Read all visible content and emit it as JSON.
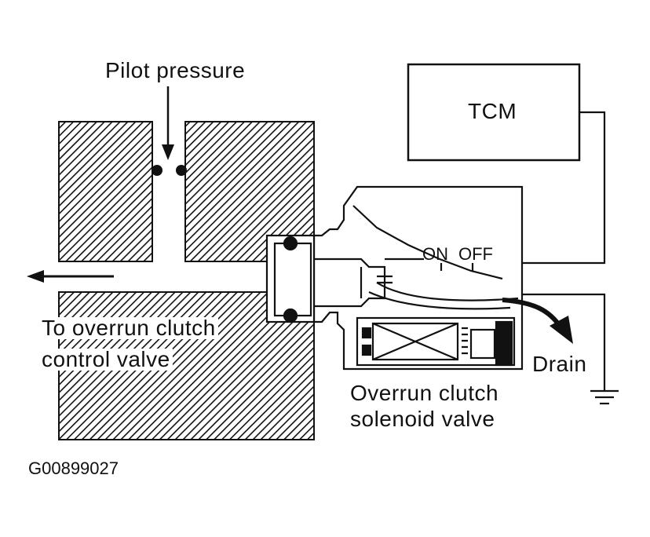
{
  "labels": {
    "pilot_pressure": "Pilot pressure",
    "tcm": "TCM",
    "on": "ON",
    "off": "OFF",
    "drain": "Drain",
    "to_valve_line1": "To overrun clutch",
    "to_valve_line2": "control valve",
    "solenoid_line1": "Overrun clutch",
    "solenoid_line2": "solenoid valve",
    "figure_id": "G00899027"
  },
  "colors": {
    "ink": "#111111",
    "paper": "#ffffff"
  }
}
